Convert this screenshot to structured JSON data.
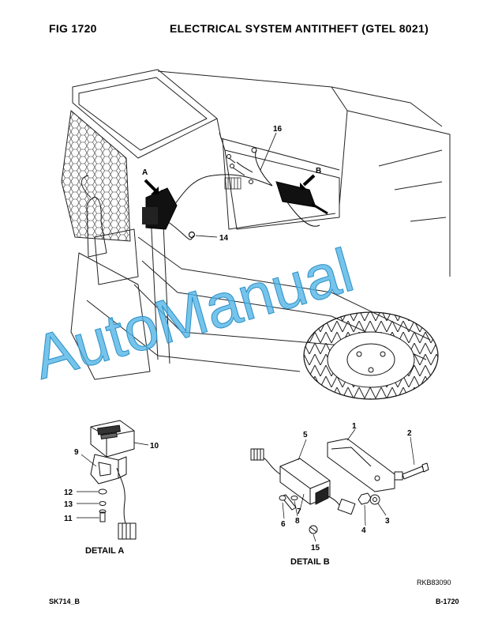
{
  "header": {
    "fig_label": "FIG    1720",
    "title": "ELECTRICAL SYSTEM ANTITHEFT (GTEL 8021)"
  },
  "main_view": {
    "callouts": {
      "a": "A",
      "b": "B",
      "c16": "16",
      "c14": "14"
    }
  },
  "detail_a": {
    "title": "DETAIL A",
    "callouts": {
      "c10": "10",
      "c9": "9",
      "c12": "12",
      "c13": "13",
      "c11": "11"
    }
  },
  "detail_b": {
    "title": "DETAIL B",
    "callouts": {
      "c1": "1",
      "c2": "2",
      "c5": "5",
      "c7": "7",
      "c6": "6",
      "c8": "8",
      "c4": "4",
      "c3": "3",
      "c15": "15"
    }
  },
  "watermark": {
    "text": "AutoManual",
    "color": "#4fb3e6"
  },
  "footer": {
    "ref_code": "RKB83090",
    "left": "SK714_B",
    "right": "B-1720"
  }
}
